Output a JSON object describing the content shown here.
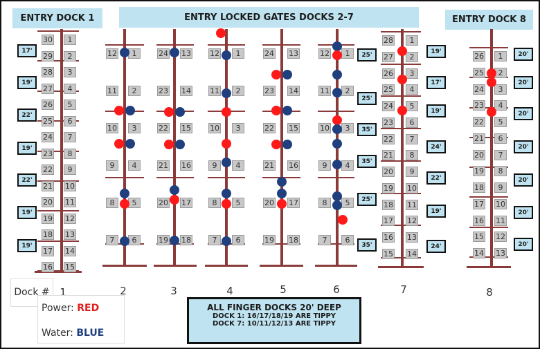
{
  "headers": {
    "dock1": "ENTRY DOCK 1",
    "middle": "ENTRY LOCKED GATES DOCKS 2-7",
    "dock8": "ENTRY DOCK 8"
  },
  "dock_label": "Dock #",
  "dock_numbers": [
    "1",
    "2",
    "3",
    "4",
    "5",
    "6",
    "7",
    "8"
  ],
  "legend": {
    "power_label": "Power:",
    "power_value": "RED",
    "water_label": "Water:",
    "water_value": "BLUE"
  },
  "notes": {
    "line1": "ALL FINGER DOCKS 20' DEEP",
    "line2": "DOCK 1: 16/17/18/19 ARE TIPPY",
    "line3": "DOCK 7: 10/11/12/13 ARE TIPPY"
  },
  "colors": {
    "pier": "#8b3a3a",
    "header_bg": "#bfe3f0",
    "slip_bg": "#c8c8c8",
    "power": "#ff1a1a",
    "water": "#1f3f7f"
  },
  "docks": [
    {
      "name": "dock-1",
      "slips_left": [
        "30",
        "29",
        "28",
        "27",
        "26",
        "25",
        "24",
        "23",
        "22",
        "21",
        "20",
        "19",
        "18",
        "17",
        "16"
      ],
      "slips_right": [
        "1",
        "2",
        "3",
        "4",
        "5",
        "6",
        "7",
        "8",
        "9",
        "10",
        "11",
        "12",
        "13",
        "14",
        "15"
      ],
      "sizes_left": [
        "17'",
        "19'",
        "22'",
        "19'",
        "22'",
        "19'",
        "19'"
      ]
    },
    {
      "name": "dock-2",
      "slips_left": [
        "12",
        "11",
        "10",
        "9",
        "8",
        "7"
      ],
      "slips_right": [
        "1",
        "2",
        "3",
        "4",
        "5",
        "6"
      ]
    },
    {
      "name": "dock-3",
      "slips_left": [
        "24",
        "23",
        "22",
        "21",
        "20",
        "19"
      ],
      "slips_right": [
        "13",
        "14",
        "15",
        "16",
        "17",
        "18"
      ]
    },
    {
      "name": "dock-4",
      "slips_left": [
        "12",
        "11",
        "10",
        "9",
        "8",
        "7"
      ],
      "slips_right": [
        "1",
        "2",
        "3",
        "4",
        "5",
        "6"
      ]
    },
    {
      "name": "dock-5",
      "slips_left": [
        "24",
        "23",
        "22",
        "21",
        "20",
        "19"
      ],
      "slips_right": [
        "13",
        "14",
        "15",
        "16",
        "17",
        "18"
      ]
    },
    {
      "name": "dock-6",
      "slips_left": [
        "12",
        "11",
        "10",
        "9",
        "8",
        "7"
      ],
      "slips_right": [
        "1",
        "2",
        "3",
        "4",
        "5",
        "6"
      ],
      "sizes_right": [
        "25'",
        "25'",
        "35'",
        "35'",
        "25'",
        "35'"
      ]
    },
    {
      "name": "dock-7",
      "slips_left": [
        "28",
        "27",
        "26",
        "25",
        "24",
        "23",
        "22",
        "21",
        "20",
        "19",
        "18",
        "17",
        "16",
        "15"
      ],
      "slips_right": [
        "1",
        "2",
        "3",
        "4",
        "5",
        "6",
        "7",
        "8",
        "9",
        "10",
        "11",
        "12",
        "13",
        "14"
      ],
      "sizes_left": [
        "19'",
        "17'",
        "19'",
        "24'",
        "22'",
        "19'",
        "24'"
      ]
    },
    {
      "name": "dock-8",
      "slips_left": [
        "26",
        "25",
        "24",
        "23",
        "22",
        "21",
        "20",
        "19",
        "18",
        "17",
        "16",
        "15",
        "14"
      ],
      "slips_right": [
        "1",
        "2",
        "3",
        "4",
        "5",
        "6",
        "7",
        "8",
        "9",
        "10",
        "11",
        "12",
        "13"
      ],
      "sizes_right": [
        "20'",
        "20'",
        "20'",
        "20'",
        "20'",
        "20'",
        "20'"
      ]
    }
  ]
}
